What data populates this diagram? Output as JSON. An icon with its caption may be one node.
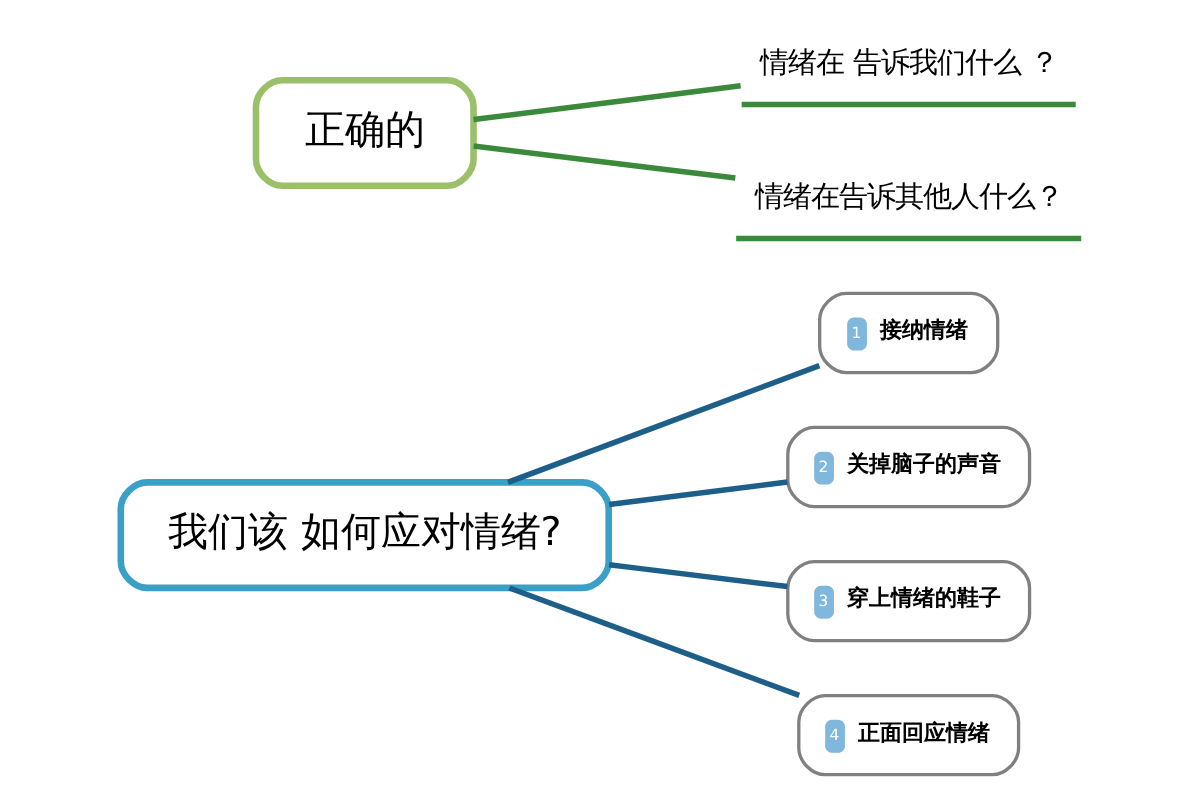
{
  "diagram": {
    "nodes": [
      {
        "text": [
          "我们该 如何应对情绪?"
        ]
      },
      {
        "text": [
          "1",
          "接纳情绪"
        ]
      },
      {
        "text": [
          "2",
          "关掉脑子的声音"
        ]
      },
      {
        "text": [
          "3",
          "穿上情绪的鞋子"
        ]
      },
      {
        "text": [
          "4",
          "正面回应情绪"
        ]
      },
      {
        "text": [
          "正确的"
        ]
      },
      {
        "text": [
          "情绪在 告诉我们什么 ？"
        ]
      },
      {
        "text": [
          "情绪在告诉其他人什么？"
        ]
      }
    ],
    "edges": [
      {
        "from": 0,
        "to": 1,
        "arrow": "none"
      },
      {
        "from": 0,
        "to": 2,
        "arrow": "none"
      },
      {
        "from": 0,
        "to": 3,
        "arrow": "none"
      },
      {
        "from": 0,
        "to": 4,
        "arrow": "none"
      },
      {
        "from": 5,
        "to": 6,
        "arrow": "none",
        "color": "#3b8a3b"
      },
      {
        "from": 5,
        "to": 7,
        "arrow": "none",
        "color": "#3b8a3b"
      }
    ]
  }
}
